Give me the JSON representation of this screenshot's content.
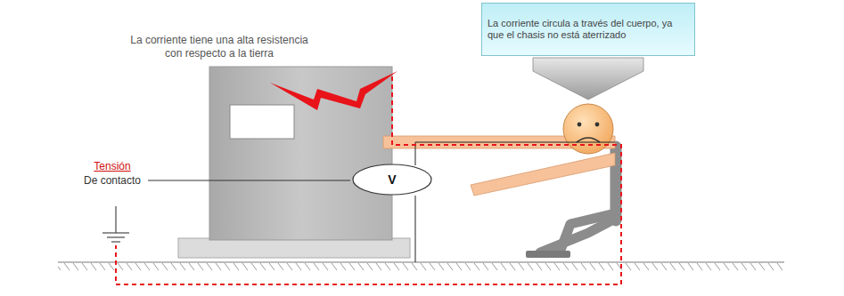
{
  "diagram": {
    "nodes": [
      {
        "text": [
          "La corriente circula a través del cuerpo, ya que el chasis no está aterrizado"
        ]
      },
      {
        "text": [
          "V"
        ]
      }
    ],
    "labels": [
      "La corriente tiene una alta resistencia con respecto a la tierra",
      "Tensión",
      "De contacto"
    ]
  }
}
